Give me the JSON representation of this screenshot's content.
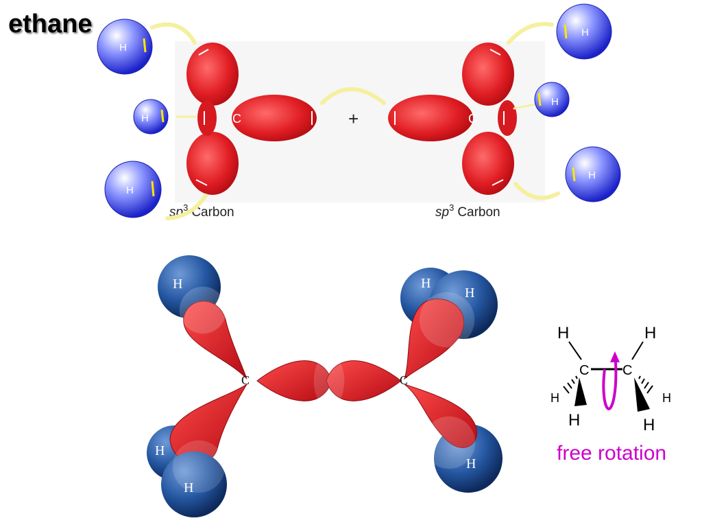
{
  "title": "ethane",
  "labels": {
    "hydrogen": "H",
    "carbon": "C",
    "plus": "+",
    "sp3_left": "3",
    "sp3_right": "3",
    "sp_prefix": "sp",
    "carbon_word": "Carbon"
  },
  "caption": "free rotation",
  "colors": {
    "orbital_red": "#e01e24",
    "hydrogen_blue": "#2a3fd8",
    "dark_blue": "#1f4f9a",
    "arrow_yellow": "#f5f0a0",
    "rotation_magenta": "#cc00cc"
  }
}
